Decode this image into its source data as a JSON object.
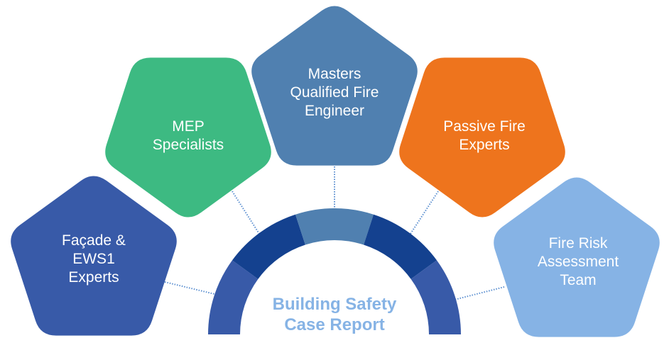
{
  "center": {
    "title_line1": "Building Safety",
    "title_line2": "Case Report",
    "color": "#86b3e5",
    "arc_segment_colors": [
      "#385aa8",
      "#14418f",
      "#5080b0",
      "#14418f",
      "#385aa8"
    ]
  },
  "nodes": [
    {
      "id": "facade",
      "lines": [
        "Façade &",
        "EWS1",
        "Experts"
      ],
      "color": "#385aa8"
    },
    {
      "id": "mep",
      "lines": [
        "MEP",
        "Specialists"
      ],
      "color": "#3dba82"
    },
    {
      "id": "masters",
      "lines": [
        "Masters",
        "Qualified Fire",
        "Engineer"
      ],
      "color": "#5080b0"
    },
    {
      "id": "passive",
      "lines": [
        "Passive Fire",
        "Experts"
      ],
      "color": "#ee741d"
    },
    {
      "id": "fire-risk",
      "lines": [
        "Fire Risk",
        "Assessment",
        "Team"
      ],
      "color": "#86b3e5"
    }
  ],
  "connector_color": "#5b8fd0"
}
